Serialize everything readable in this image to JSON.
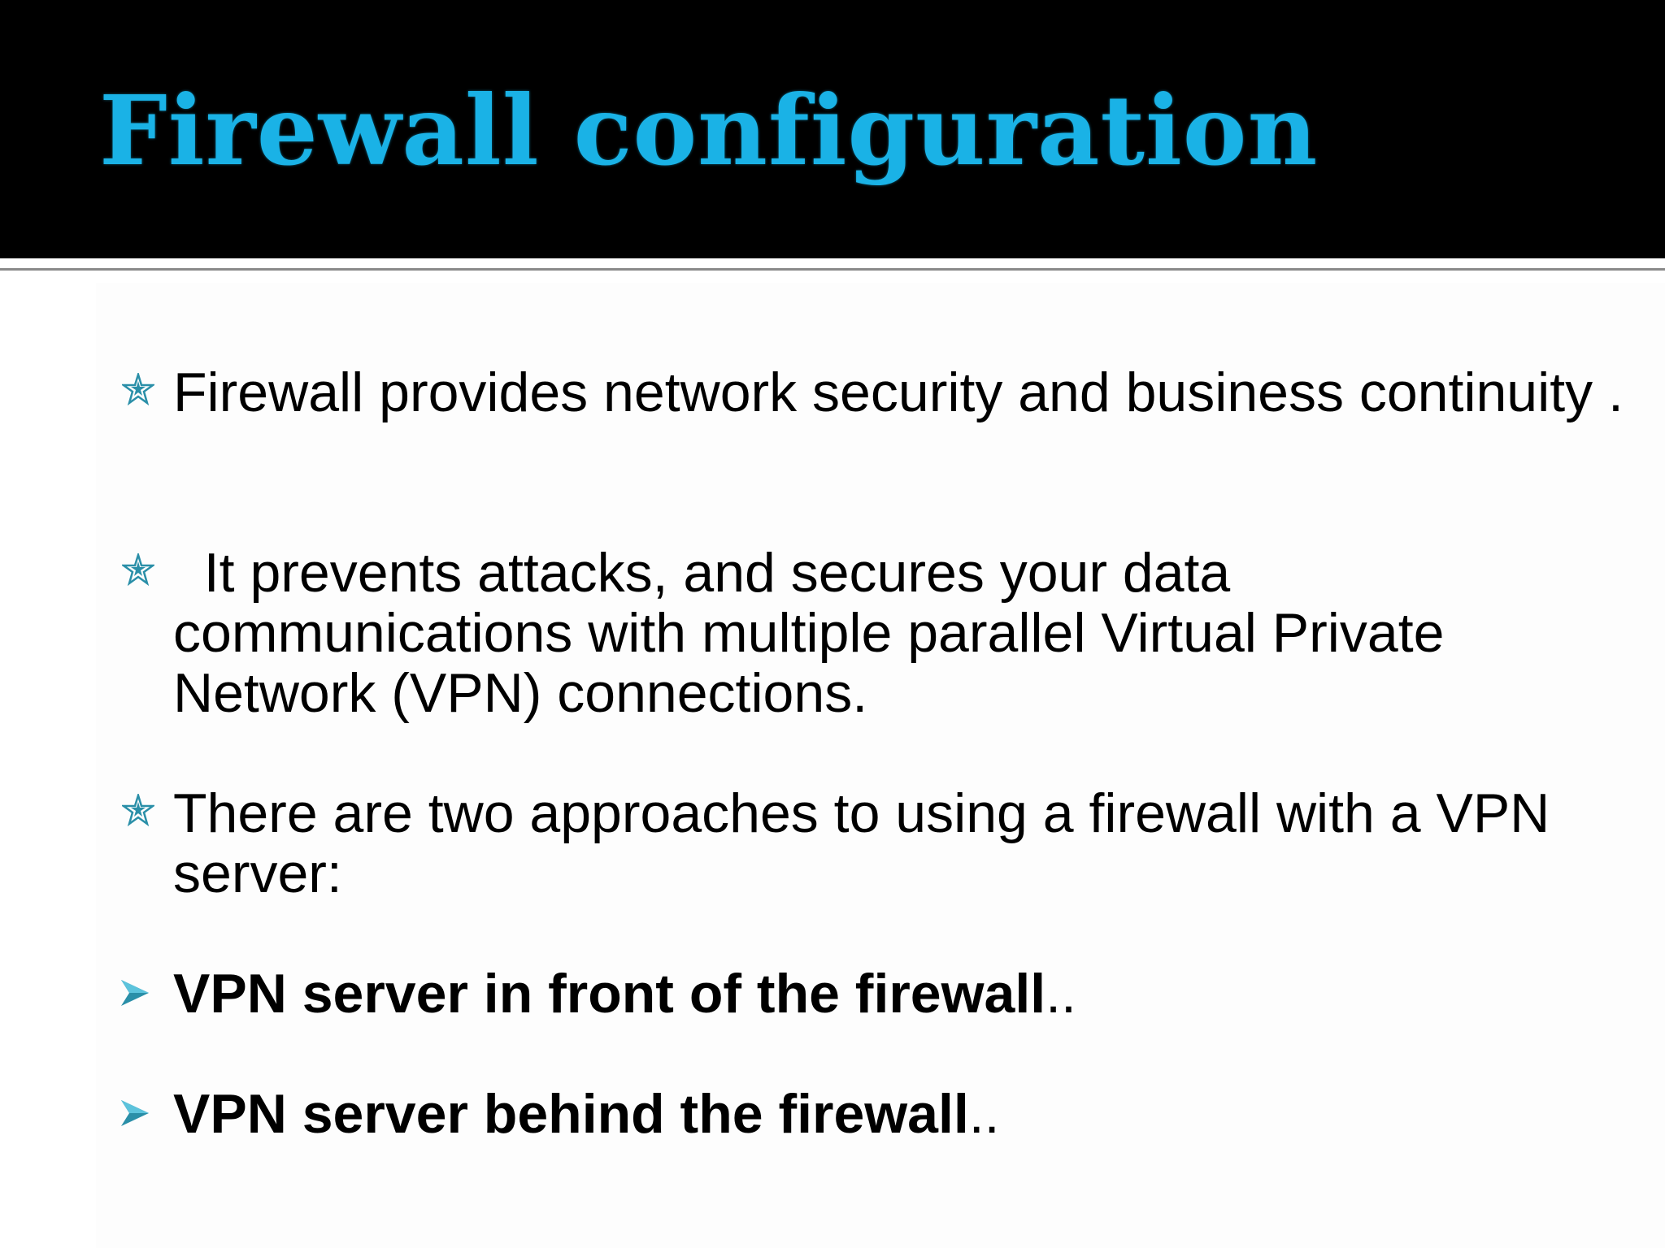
{
  "slide": {
    "title": "Firewall configuration",
    "bullets": [
      {
        "icon": "star-icon",
        "text": "Firewall provides network security and business continuity ."
      },
      {
        "icon": "star-icon",
        "text": "  It prevents attacks, and secures your data communications with multiple parallel Virtual Private Network (VPN) connections."
      },
      {
        "icon": "star-icon",
        "text": "There are two approaches to using a firewall with a VPN server:"
      }
    ],
    "subpoints": [
      {
        "icon": "arrow-icon",
        "bold_text": "VPN server in front of the firewall",
        "trail": ".."
      },
      {
        "icon": "arrow-icon",
        "bold_text": "VPN server behind the firewall",
        "trail": ".."
      }
    ]
  },
  "colors": {
    "title": "#1ab2e6",
    "title_bar": "#000000",
    "bullet_accent": "#2a8fa8",
    "body_text": "#000000"
  }
}
